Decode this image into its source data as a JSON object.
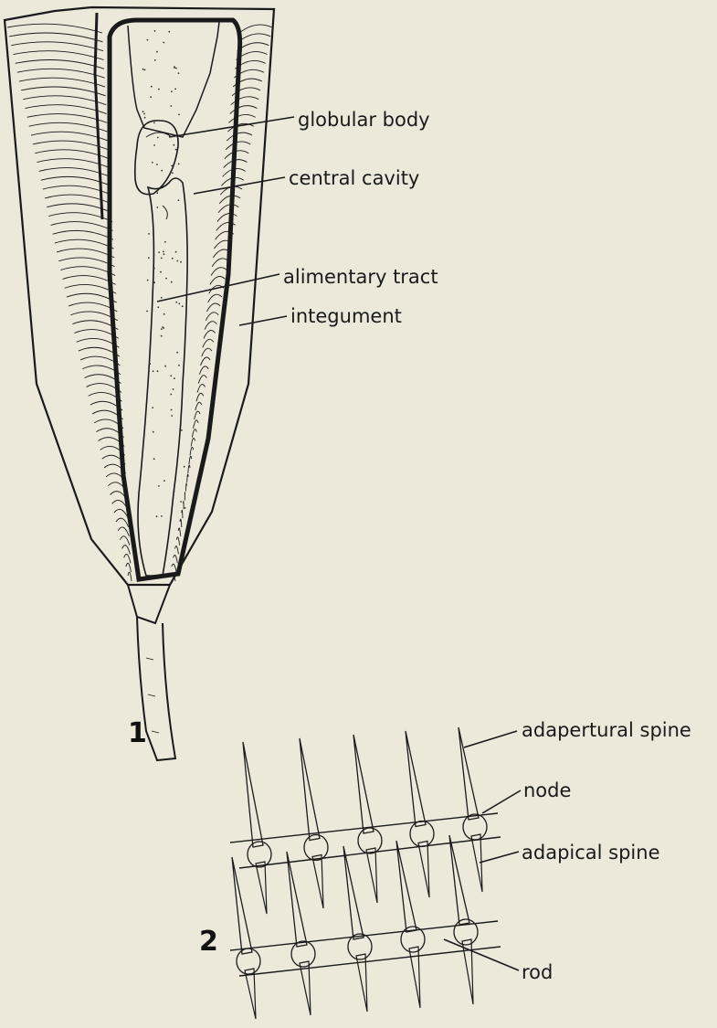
{
  "figures": [
    {
      "number": "1",
      "labels": [
        "globular body",
        "central cavity",
        "alimentary tract",
        "integument"
      ]
    },
    {
      "number": "2",
      "labels": [
        "adapertural spine",
        "node",
        "adapical spine",
        "rod"
      ]
    }
  ],
  "colors": {
    "background": "#ece9da",
    "ink": "#1a1a1a"
  }
}
